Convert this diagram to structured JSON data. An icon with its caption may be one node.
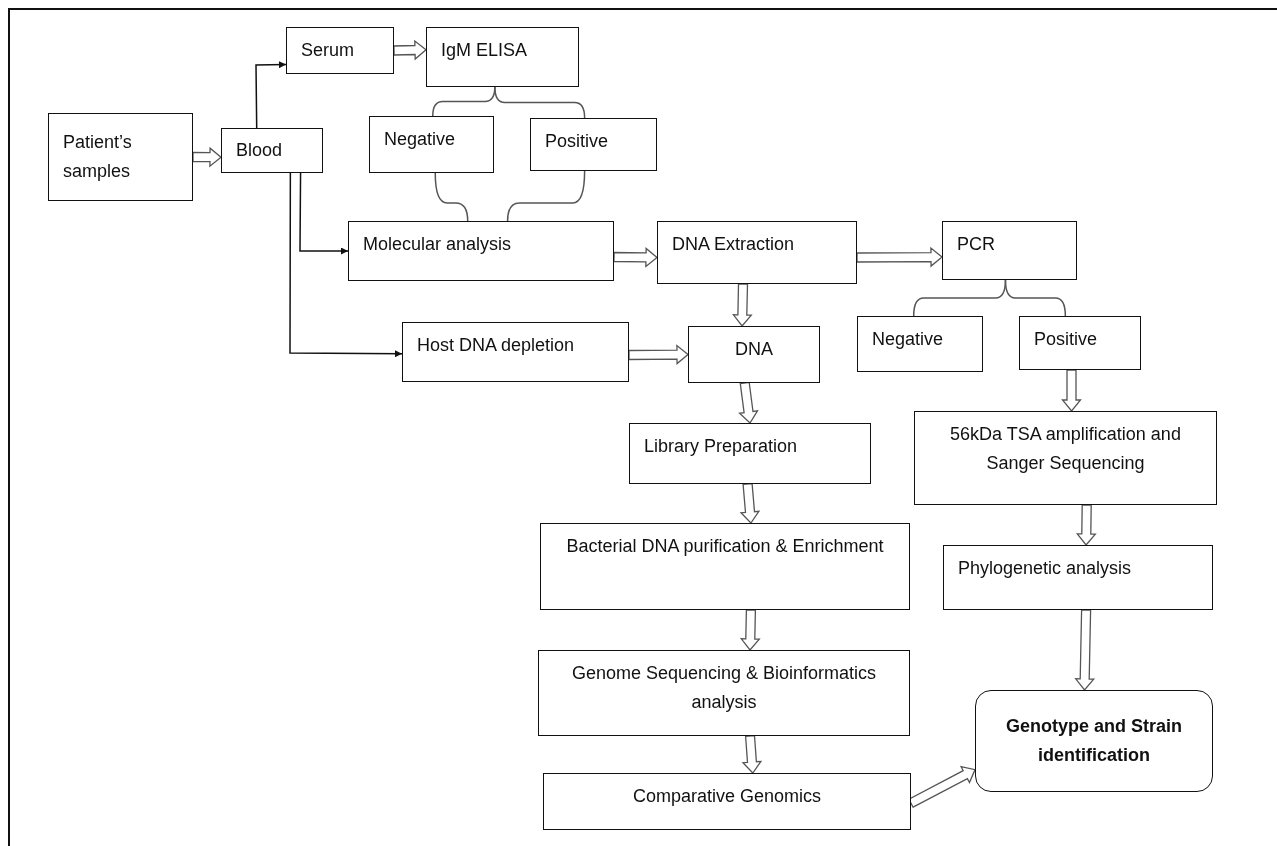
{
  "diagram": {
    "nodes": [
      {
        "text": [
          "Patient’s samples"
        ]
      },
      {
        "text": [
          "Blood"
        ]
      },
      {
        "text": [
          "Serum"
        ]
      },
      {
        "text": [
          "IgM ELISA"
        ]
      },
      {
        "text": [
          "Negative"
        ]
      },
      {
        "text": [
          "Positive"
        ]
      },
      {
        "text": [
          "Molecular analysis"
        ]
      },
      {
        "text": [
          "DNA Extraction"
        ]
      },
      {
        "text": [
          "PCR"
        ]
      },
      {
        "text": [
          "Host DNA depletion"
        ]
      },
      {
        "text": [
          "DNA"
        ]
      },
      {
        "text": [
          "Negative"
        ]
      },
      {
        "text": [
          "Positive"
        ]
      },
      {
        "text": [
          "Library Preparation"
        ]
      },
      {
        "text": [
          "56kDa TSA amplification and Sanger Sequencing"
        ]
      },
      {
        "text": [
          "Bacterial DNA purification & Enrichment"
        ]
      },
      {
        "text": [
          "Phylogenetic analysis"
        ]
      },
      {
        "text": [
          "Genome Sequencing & Bioinformatics analysis"
        ]
      },
      {
        "text": [
          "Comparative Genomics"
        ]
      },
      {
        "text": [
          "Genotype and Strain identification"
        ]
      }
    ],
    "edges": [
      {
        "from": 0,
        "to": 1,
        "arrow": "to",
        "style": "thick"
      },
      {
        "from": 1,
        "to": 2,
        "arrow": "to"
      },
      {
        "from": 2,
        "to": 3,
        "arrow": "to",
        "style": "thick"
      },
      {
        "from": 3,
        "to": 4,
        "arrow": "none"
      },
      {
        "from": 3,
        "to": 5,
        "arrow": "none"
      },
      {
        "from": 4,
        "to": 6,
        "arrow": "none"
      },
      {
        "from": 5,
        "to": 6,
        "arrow": "none"
      },
      {
        "from": 1,
        "to": 6,
        "arrow": "to"
      },
      {
        "from": 1,
        "to": 9,
        "arrow": "to"
      },
      {
        "from": 6,
        "to": 7,
        "arrow": "to",
        "style": "thick"
      },
      {
        "from": 7,
        "to": 8,
        "arrow": "to",
        "style": "thick"
      },
      {
        "from": 7,
        "to": 10,
        "arrow": "to",
        "style": "thick"
      },
      {
        "from": 9,
        "to": 10,
        "arrow": "to",
        "style": "thick"
      },
      {
        "from": 8,
        "to": 11,
        "arrow": "none"
      },
      {
        "from": 8,
        "to": 12,
        "arrow": "none"
      },
      {
        "from": 12,
        "to": 14,
        "arrow": "to",
        "style": "thick"
      },
      {
        "from": 10,
        "to": 13,
        "arrow": "to",
        "style": "thick"
      },
      {
        "from": 13,
        "to": 15,
        "arrow": "to",
        "style": "thick"
      },
      {
        "from": 14,
        "to": 16,
        "arrow": "to",
        "style": "thick"
      },
      {
        "from": 15,
        "to": 17,
        "arrow": "to",
        "style": "thick"
      },
      {
        "from": 16,
        "to": 19,
        "arrow": "to",
        "style": "thick"
      },
      {
        "from": 17,
        "to": 18,
        "arrow": "to",
        "style": "thick"
      },
      {
        "from": 18,
        "to": 19,
        "arrow": "to",
        "style": "thick"
      }
    ]
  }
}
